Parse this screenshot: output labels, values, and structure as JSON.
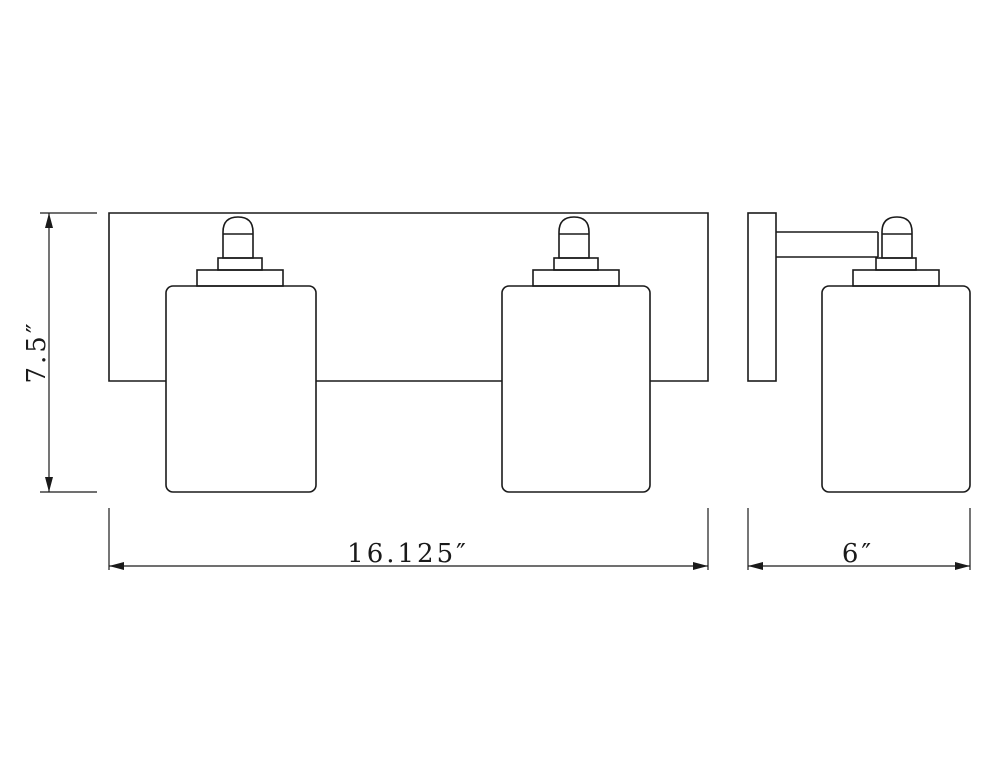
{
  "dimensions": {
    "height": "7.5″",
    "width": "16.125″",
    "depth": "6″"
  }
}
